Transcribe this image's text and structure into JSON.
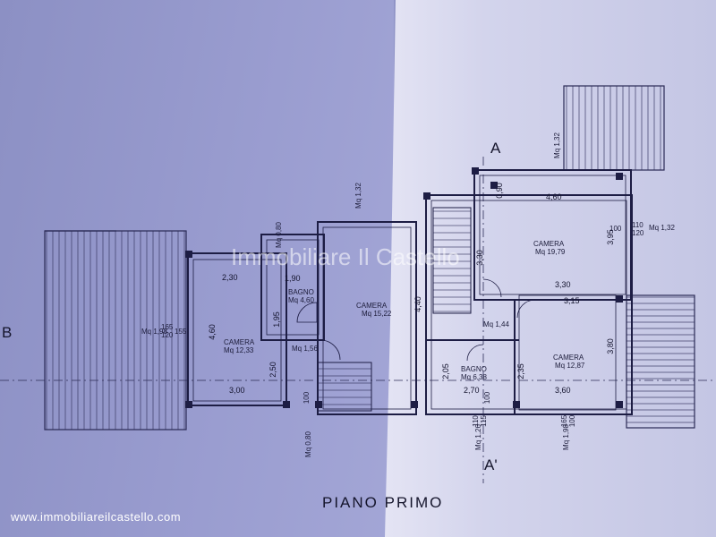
{
  "watermark": "Immobiliare Il Castello",
  "footer_url": "www.immobiliareilcastello.com",
  "plan_title": "PIANO PRIMO",
  "sections": {
    "a_top": "A",
    "a_bottom": "A'",
    "b_left": "B"
  },
  "rooms": {
    "camera_left": {
      "name": "CAMERA",
      "area": "Mq 12,33"
    },
    "bagno_left": {
      "name": "BAGNO",
      "area": "Mq 4,60"
    },
    "hall_left": {
      "area": "Mq 1,56"
    },
    "camera_center": {
      "name": "CAMERA",
      "area": "Mq 15,22"
    },
    "camera_top_right": {
      "name": "CAMERA",
      "area": "Mq 19,79"
    },
    "hall_right": {
      "area": "Mq 1,44"
    },
    "bagno_right": {
      "name": "BAGNO",
      "area": "Mq 6,38"
    },
    "camera_bottom_right": {
      "name": "CAMERA",
      "area": "Mq 12,87"
    }
  },
  "dimensions": {
    "d230": "2,30",
    "d190": "1,90",
    "d195": "1,95",
    "d460l": "4,60",
    "d250": "2,50",
    "d300": "3,00",
    "d440": "4,40",
    "d090": "0,90",
    "d460t": "4,60",
    "d395": "3,95",
    "d330w": "3,30",
    "d330h": "3,30",
    "d315": "3,15",
    "d380": "3,80",
    "d205": "2,05",
    "d235": "2,35",
    "d270": "2,70",
    "d360": "3,60"
  },
  "window_areas": {
    "w_left_terrace": "Mq 1,98",
    "w_bottom_left": "Mq 0,80",
    "w_top_center": "Mq 0,80",
    "w_top_center2": "Mq 1,32",
    "w_top_right": "Mq 1,32",
    "w_right_mid": "Mq 1,32",
    "w_bottom_center": "Mq 1,26",
    "w_bottom_right": "Mq 1,98"
  },
  "window_heights": {
    "h165": "165",
    "h120a": "120",
    "h155": "155",
    "h110": "110",
    "h120b": "120",
    "h100a": "100",
    "h100b": "100",
    "h115": "115",
    "h110b": "110",
    "h100c": "100",
    "h165b": "165",
    "h100d": "100"
  }
}
